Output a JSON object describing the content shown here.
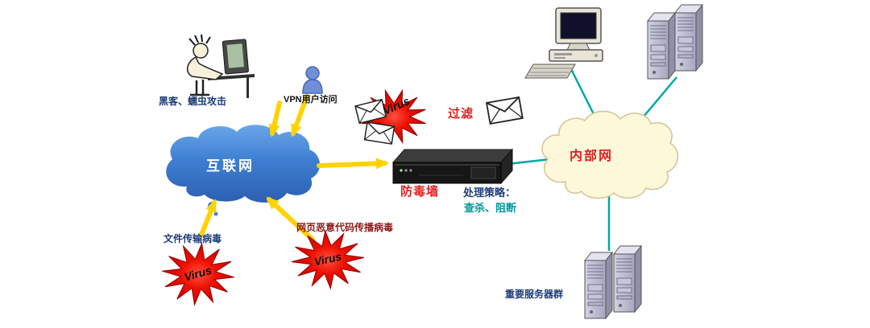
{
  "nodes": {
    "hacker": {
      "label": "黑客、蠕虫攻击"
    },
    "vpn_user": {
      "label": "VPN用户访问"
    },
    "internet_cloud": {
      "label": "互联网"
    },
    "firewall": {
      "label": "防毒墙",
      "filter_label": "过滤"
    },
    "strategy": {
      "title": "处理策略：",
      "actions": "查杀、阻断"
    },
    "internal_cloud": {
      "label": "内部网"
    },
    "server_group": {
      "label": "重要服务器群"
    }
  },
  "threats": {
    "file_virus": {
      "label": "文件传输病毒"
    },
    "web_virus": {
      "label": "网页恶意代码传播病毒"
    },
    "virus_bursts": [
      {
        "label": "Virus"
      },
      {
        "label": "Virus"
      },
      {
        "label": "Virus"
      }
    ]
  },
  "icons": [
    "hacker-workstation-icon",
    "vpn-user-icon",
    "internet-cloud-shape",
    "envelope-icon",
    "virus-burst-icon",
    "firewall-appliance-icon",
    "internal-network-cloud-shape",
    "desktop-computer-icon",
    "server-towers-icon",
    "server-group-icon"
  ],
  "colors": {
    "internet_cloud": "#3f7fd2",
    "internal_cloud_fill": "#fdf8da",
    "internal_cloud_stroke": "#d2c394",
    "virus_red": "#e01000",
    "arrow": "#ffd200",
    "link_line": "#00a8a8",
    "label_red": "#e02020",
    "label_navy": "#1c3c78",
    "label_teal": "#009999",
    "label_maroon": "#8b1a1a",
    "label_black": "#111111"
  }
}
